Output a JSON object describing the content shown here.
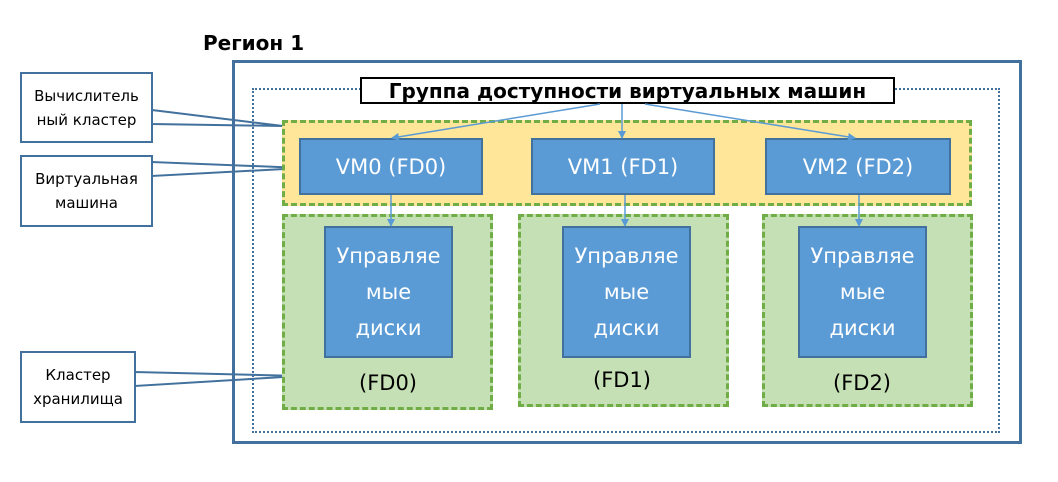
{
  "region": {
    "title": "Регион 1"
  },
  "availability_set": {
    "label": "Группа доступности виртуальных машин"
  },
  "callouts": [
    {
      "lines": [
        "Вычислитель",
        "ный кластер"
      ]
    },
    {
      "lines": [
        "Виртуальная",
        "машина"
      ]
    },
    {
      "lines": [
        "Кластер",
        "хранилища"
      ]
    }
  ],
  "vms": [
    {
      "label": "VM0 (FD0)"
    },
    {
      "label": "VM1 (FD1)"
    },
    {
      "label": "VM2 (FD2)"
    }
  ],
  "disks": [
    {
      "lines": [
        "Управляе",
        "мые",
        "диски"
      ],
      "fd": "(FD0)"
    },
    {
      "lines": [
        "Управляе",
        "мые",
        "диски"
      ],
      "fd": "(FD1)"
    },
    {
      "lines": [
        "Управляе",
        "мые",
        "диски"
      ],
      "fd": "(FD2)"
    }
  ],
  "colors": {
    "box_blue": "#5b9bd5",
    "border_blue": "#41719c",
    "compute_yellow": "#ffe699",
    "storage_green": "#c5e0b4",
    "dash_green": "#70ad47"
  }
}
